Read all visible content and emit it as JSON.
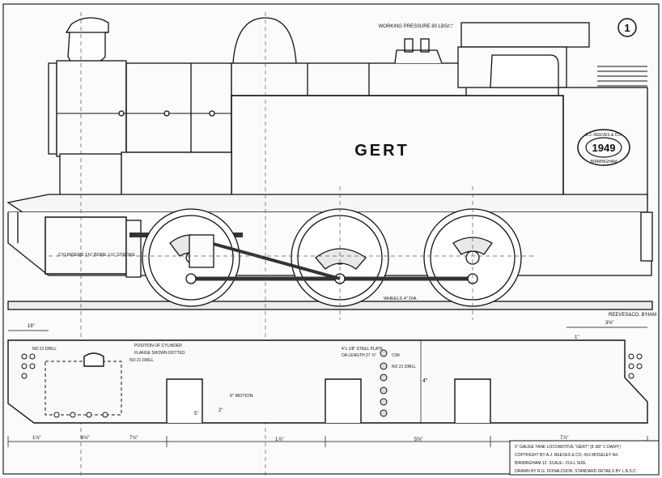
{
  "sheet_number": "1",
  "title_text": "WORKING PRESSURE 80 LBS/□\"",
  "loco_name": "GERT",
  "plate": {
    "number": "1949",
    "top_text": "A.J. REEVES & CO.",
    "bottom_text": "BIRMINGHAM"
  },
  "labels": {
    "cylinders": "CYLINDERS 1⅜\" BORE  1⅞\" STROKE",
    "wheels": "WHEELS 4\" DIA.",
    "reeves_bham": "REEVES&CO. B'HAM",
    "no21_drill_a": "NO 21 DRILL",
    "no21_drill_b": "NO 21 DRILL",
    "position_cyl": "POSITION OF CYLINDER",
    "flange_shown": "FLANGE SHOWN DOTTED",
    "steel_plate": "4\"x 1/8\" STEEL PLATE",
    "length": "OA LENGTH 27 ⅞\"",
    "csk": "CSK",
    "no21_drill_c": "NO 21 DRILL",
    "motion": "6\" MOTION",
    "n4": "4\"",
    "n2": "2\"",
    "d1": "18\"",
    "d2": "1\"",
    "d3": "5\"",
    "d4": "6⅛\"",
    "d5": "7⅛\"",
    "d6": "1⅞\"",
    "d7": "5⅜\"",
    "d8": "7⅞\"",
    "d9": "1⅛\"",
    "d10": "3⅜\""
  },
  "title_block": {
    "line1": "5\" GAUGE TANK LOCOMOTIVE \"GERT\" (8 3/8\" C DAIRY)",
    "line2": "COPYRIGHT BY A.J. REEVES & CO. 416 MOSELEY Rd",
    "line3": "BIRMINGHAM.12.        SCALE:- FULL SIZE.",
    "line4": "DRAWN BY R.G. DONALDSON. STANDARD DETAILS BY L.B.S.C."
  }
}
